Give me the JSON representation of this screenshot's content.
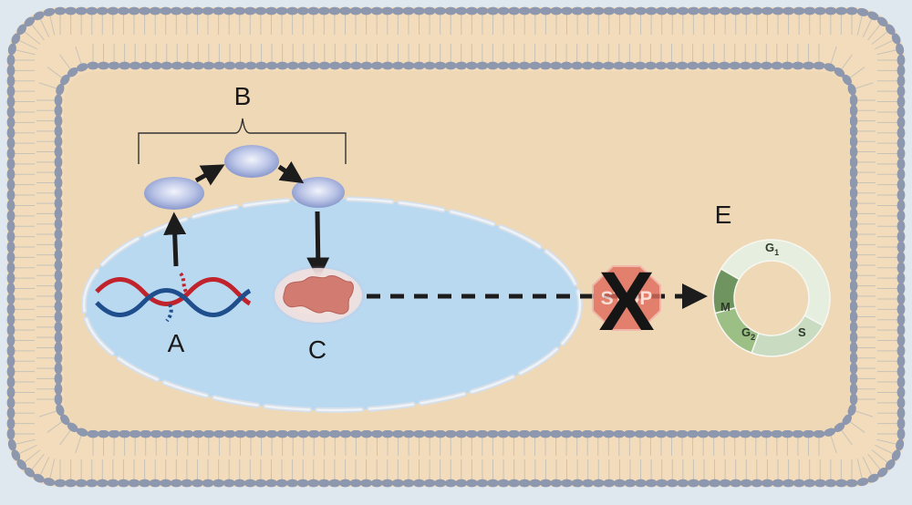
{
  "labels": {
    "a": "A",
    "b": "B",
    "c": "C",
    "e": "E"
  },
  "stop_sign": {
    "text": "STOP",
    "crossed_mark": "X"
  },
  "cell_cycle": {
    "phases": [
      {
        "name": "G",
        "sub": "1",
        "color": "#e6efdf"
      },
      {
        "name": "S",
        "sub": "",
        "color": "#c9dcc2"
      },
      {
        "name": "G",
        "sub": "2",
        "color": "#9cbf86"
      },
      {
        "name": "M",
        "sub": "",
        "color": "#6f9460"
      }
    ]
  },
  "colors": {
    "background": "#dfe7ef",
    "cytoplasm": "#f0d9b8",
    "membrane_head": "#8d97ad",
    "nucleus": "#b9d9f0",
    "dna_red": "#c0232b",
    "dna_blue": "#1f4e8c",
    "arrow": "#1c1c1c",
    "stop": "#e06b5c"
  },
  "icons": [
    "dna-helix-icon",
    "protein-blob-icon",
    "stop-sign-icon",
    "cell-cycle-ring-icon"
  ]
}
